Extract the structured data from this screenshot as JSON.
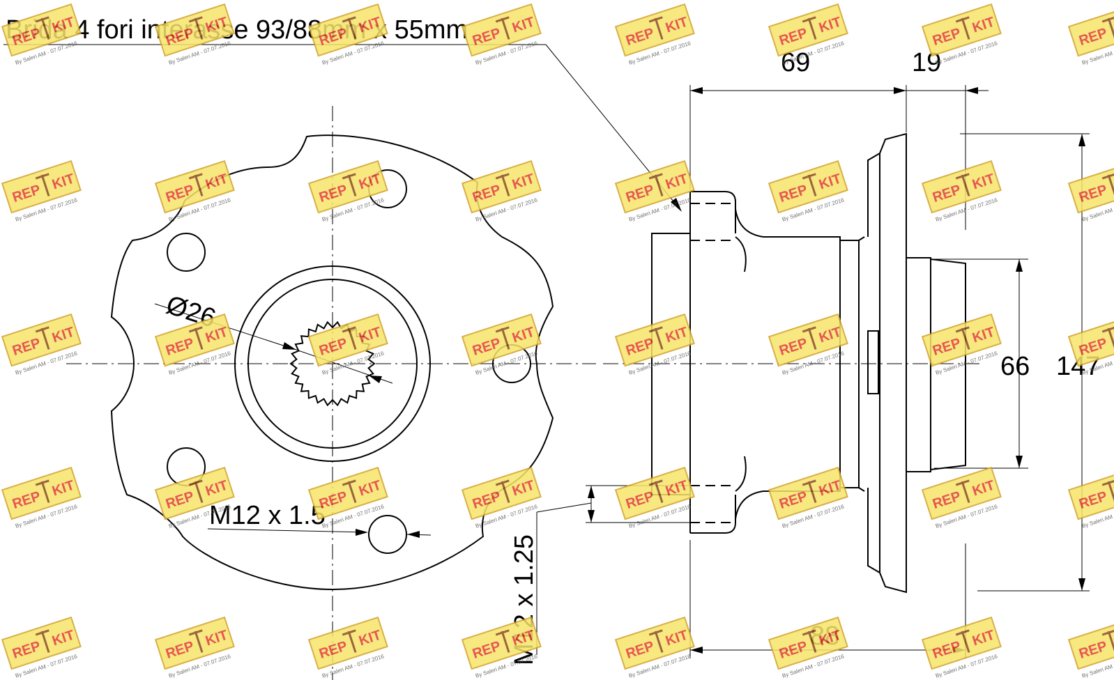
{
  "title": "Brida 4 fori interasse 93/88mm x 55mm",
  "dimensions": {
    "length_69": "69",
    "length_19": "19",
    "length_88": "88",
    "diameter_66": "66",
    "diameter_147": "147",
    "bore": "Ø26",
    "thread_bolt": "M12 x 1.5",
    "thread_stud": "M12 x 1.25"
  },
  "watermark": {
    "brand_left": "REP",
    "brand_right": "KIT",
    "credit": "By Saleri AM - 07.07.2016",
    "colors": {
      "fill": "#f7e46a",
      "border": "#d2a227",
      "text": "#e23a33"
    }
  }
}
